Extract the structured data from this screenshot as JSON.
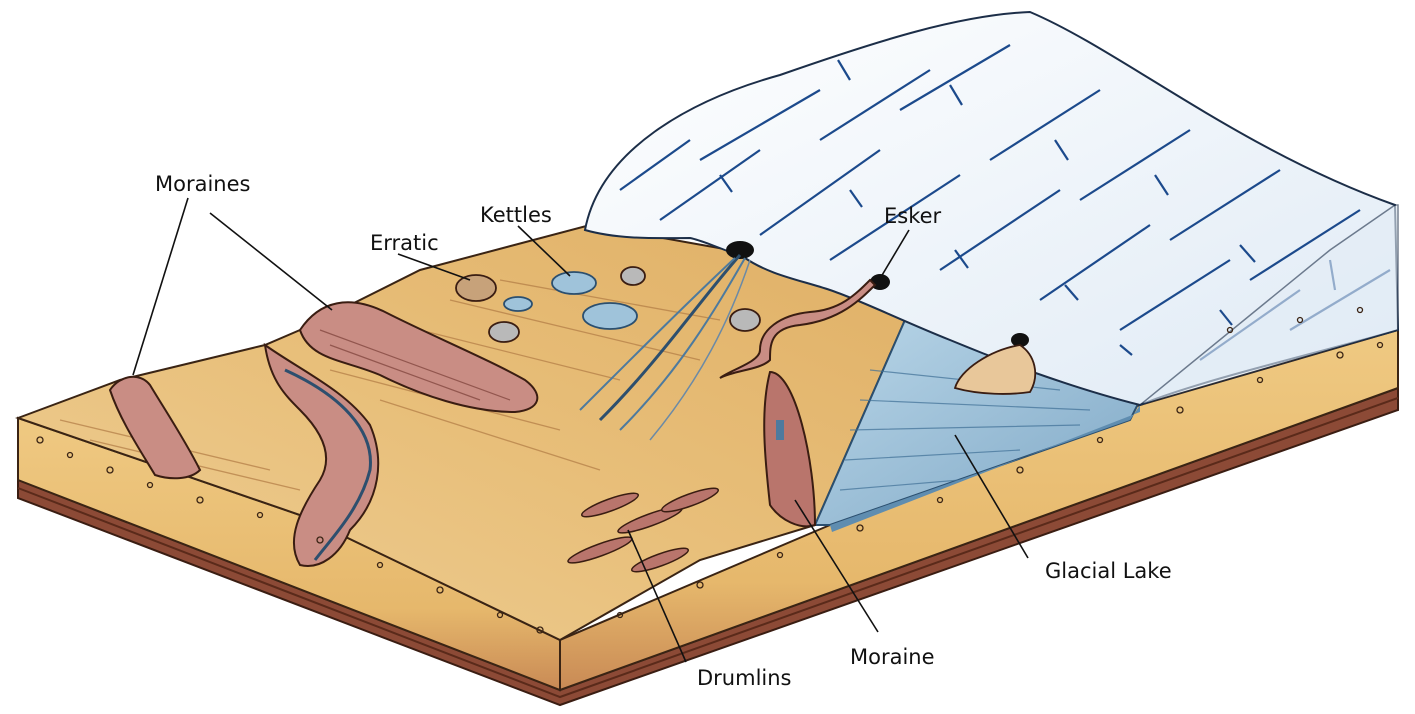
{
  "labels": {
    "moraines": "Moraines",
    "erratic": "Erratic",
    "kettles": "Kettles",
    "esker": "Esker",
    "glacial_lake": "Glacial Lake",
    "moraine": "Moraine",
    "drumlins": "Drumlins"
  },
  "colors": {
    "ice": "#eef4fa",
    "ice_crack": "#1c4a8c",
    "sediment": "#e8c079",
    "sediment_dark": "#d7a45a",
    "moraine": "#c98d84",
    "lake": "#9fc3da",
    "bedrock": "#8c4a36"
  }
}
